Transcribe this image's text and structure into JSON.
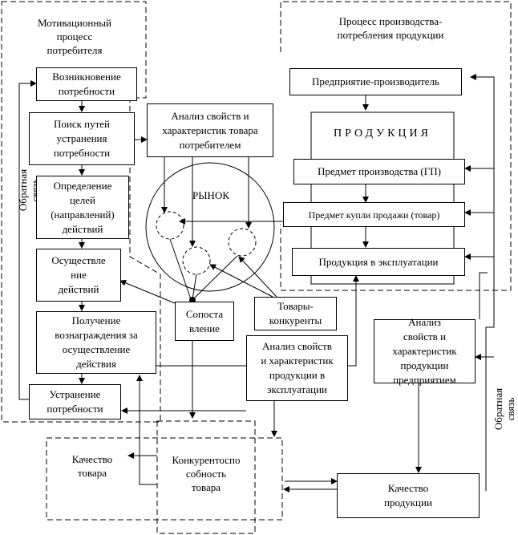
{
  "regions": {
    "motivation": "Мотивационный\nпроцесс\nпотребителя",
    "production": "Процесс производства-\nпотребления продукции",
    "market": "РЫНОК",
    "feedback_left": "Обратная\nсвязь",
    "feedback_right": "Обратная\nсвязь"
  },
  "boxes": {
    "need_emergence": "Возникновение\nпотребности",
    "search_ways": "Поиск путей\nустранения\nпотребности",
    "goals": "Определение\nцелей\n(направлений)\nдействий",
    "actions": "Осуществле\nние\nдействий",
    "reward": "Получение\nвознаграждения за\nосуществление\nдействия",
    "need_elimination": "Устранение\nпотребности",
    "consumer_analysis": "Анализ свойств и\nхарактеристик товара\nпотребителем",
    "comparison": "Сопоста\nвление",
    "competitors": "Товары-\nконкуренты",
    "product_analysis": "Анализ свойств\nи характеристик\nпродукции в\nэксплуатации",
    "enterprise_analysis": "Анализ\nсвойств и\nхарактеристик\nпродукции\nпредприятием",
    "producer": "Предприятие-производитель",
    "products": "ПРОДУКЦИЯ",
    "subject_production": "Предмет производства (ГП)",
    "subject_sale": "Предмет купли продажи (товар)",
    "product_operation": "Продукция в эксплуатации",
    "goods_quality": "Качество\nтовара",
    "competitiveness": "Конкурентоспо\nсобность\nтовара",
    "product_quality": "Качество\nпродукции"
  }
}
